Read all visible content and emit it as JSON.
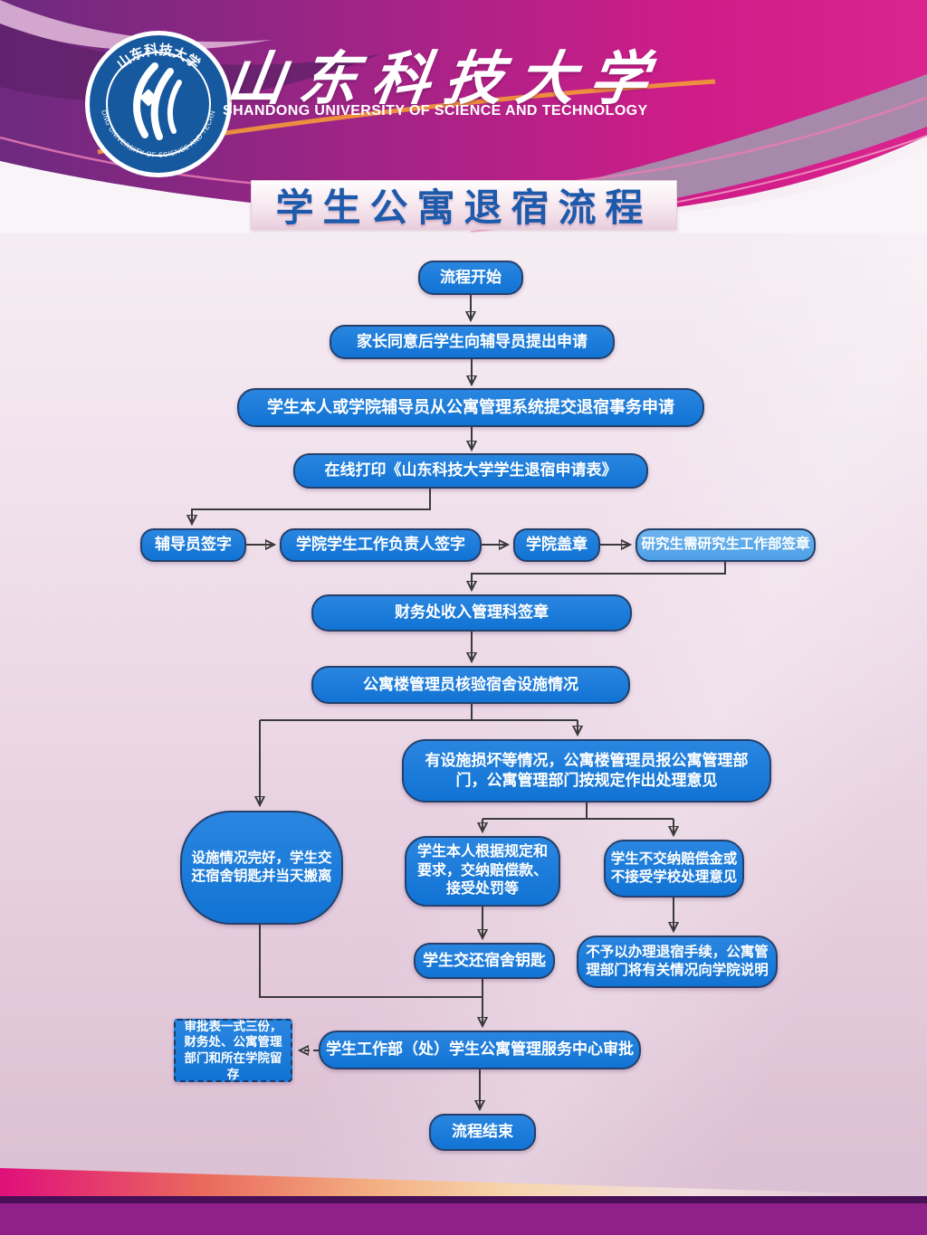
{
  "header": {
    "university_name_cn": "山东科技大学",
    "university_name_en": "SHANDONG UNIVERSITY OF SCIENCE AND TECHNOLOGY",
    "logo_text_top": "山东科技大学",
    "logo_text_bottom": "SHANDONG UNIVERSITY OF SCIENCE AND TECHNOLOGY"
  },
  "poster": {
    "title": "学生公寓退宿流程"
  },
  "flowchart": {
    "nodes": {
      "start": {
        "label": "流程开始"
      },
      "parent_consent": {
        "label": "家长同意后学生向辅导员提出申请"
      },
      "system_apply": {
        "label": "学生本人或学院辅导员从公寓管理系统提交退宿事务申请"
      },
      "print_form": {
        "label": "在线打印《山东科技大学学生退宿申请表》"
      },
      "counselor_sign": {
        "label": "辅导员签字"
      },
      "college_leader_sign": {
        "label": "学院学生工作负责人签字"
      },
      "college_seal": {
        "label": "学院盖章"
      },
      "graduate_seal": {
        "label": "研究生需研究生工作部签章"
      },
      "finance_seal": {
        "label": "财务处收入管理科签章"
      },
      "inspect": {
        "label": "公寓楼管理员核验宿舍设施情况"
      },
      "facility_ok": {
        "label": "设施情况完好，学生交还宿舍钥匙并当天搬离"
      },
      "facility_damaged": {
        "label": "有设施损坏等情况，公寓楼管理员报公寓管理部门，公寓管理部门按规定作出处理意见"
      },
      "pay_compensation": {
        "label": "学生本人根据规定和要求，交纳赔偿款、接受处罚等"
      },
      "refuse_pay": {
        "label": "学生不交纳赔偿金或不接受学校处理意见"
      },
      "return_keys": {
        "label": "学生交还宿舍钥匙"
      },
      "no_checkout": {
        "label": "不予以办理退宿手续，公寓管理部门将有关情况向学院说明"
      },
      "approval_note": {
        "label": "审批表一式三份，财务处、公寓管理部门和所在学院留存"
      },
      "center_approval": {
        "label": "学生工作部（处）学生公寓管理服务中心审批"
      },
      "end": {
        "label": "流程结束"
      }
    }
  },
  "colors": {
    "node_fill": "#1478d9",
    "node_fill_light": "#57a9ec",
    "node_border": "#24406b",
    "node_text": "#ffffff",
    "arrow": "#3a3a3a",
    "title_text": "#1d5aab",
    "logo_blue": "#17599e",
    "header_purple": "#6d2a7f",
    "header_magenta": "#d81d88",
    "header_mauve": "#a78aab",
    "footer_wedge_left": "#e00f7b",
    "footer_stripe": "#4a1057",
    "footer_band": "#8f2189"
  }
}
